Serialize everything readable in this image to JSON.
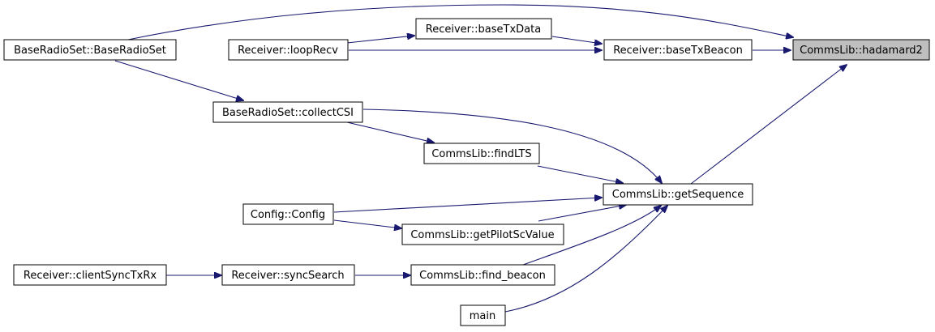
{
  "nodes": {
    "hadamard2": "CommsLib::hadamard2",
    "base_tx_beacon": "Receiver::baseTxBeacon",
    "base_tx_data": "Receiver::baseTxData",
    "loop_recv": "Receiver::loopRecv",
    "base_radio_set": "BaseRadioSet::BaseRadioSet",
    "collect_csi": "BaseRadioSet::collectCSI",
    "get_sequence": "CommsLib::getSequence",
    "find_lts": "CommsLib::findLTS",
    "config": "Config::Config",
    "get_pilot_sc_value": "CommsLib::getPilotScValue",
    "find_beacon": "CommsLib::find_beacon",
    "sync_search": "Receiver::syncSearch",
    "client_sync_tx_rx": "Receiver::clientSyncTxRx",
    "main": "main"
  },
  "highlight_node": "hadamard2",
  "colors": {
    "edge": "#191970",
    "highlight_fill": "#bfbfbf",
    "node_fill": "#ffffff",
    "node_border": "#000000"
  }
}
